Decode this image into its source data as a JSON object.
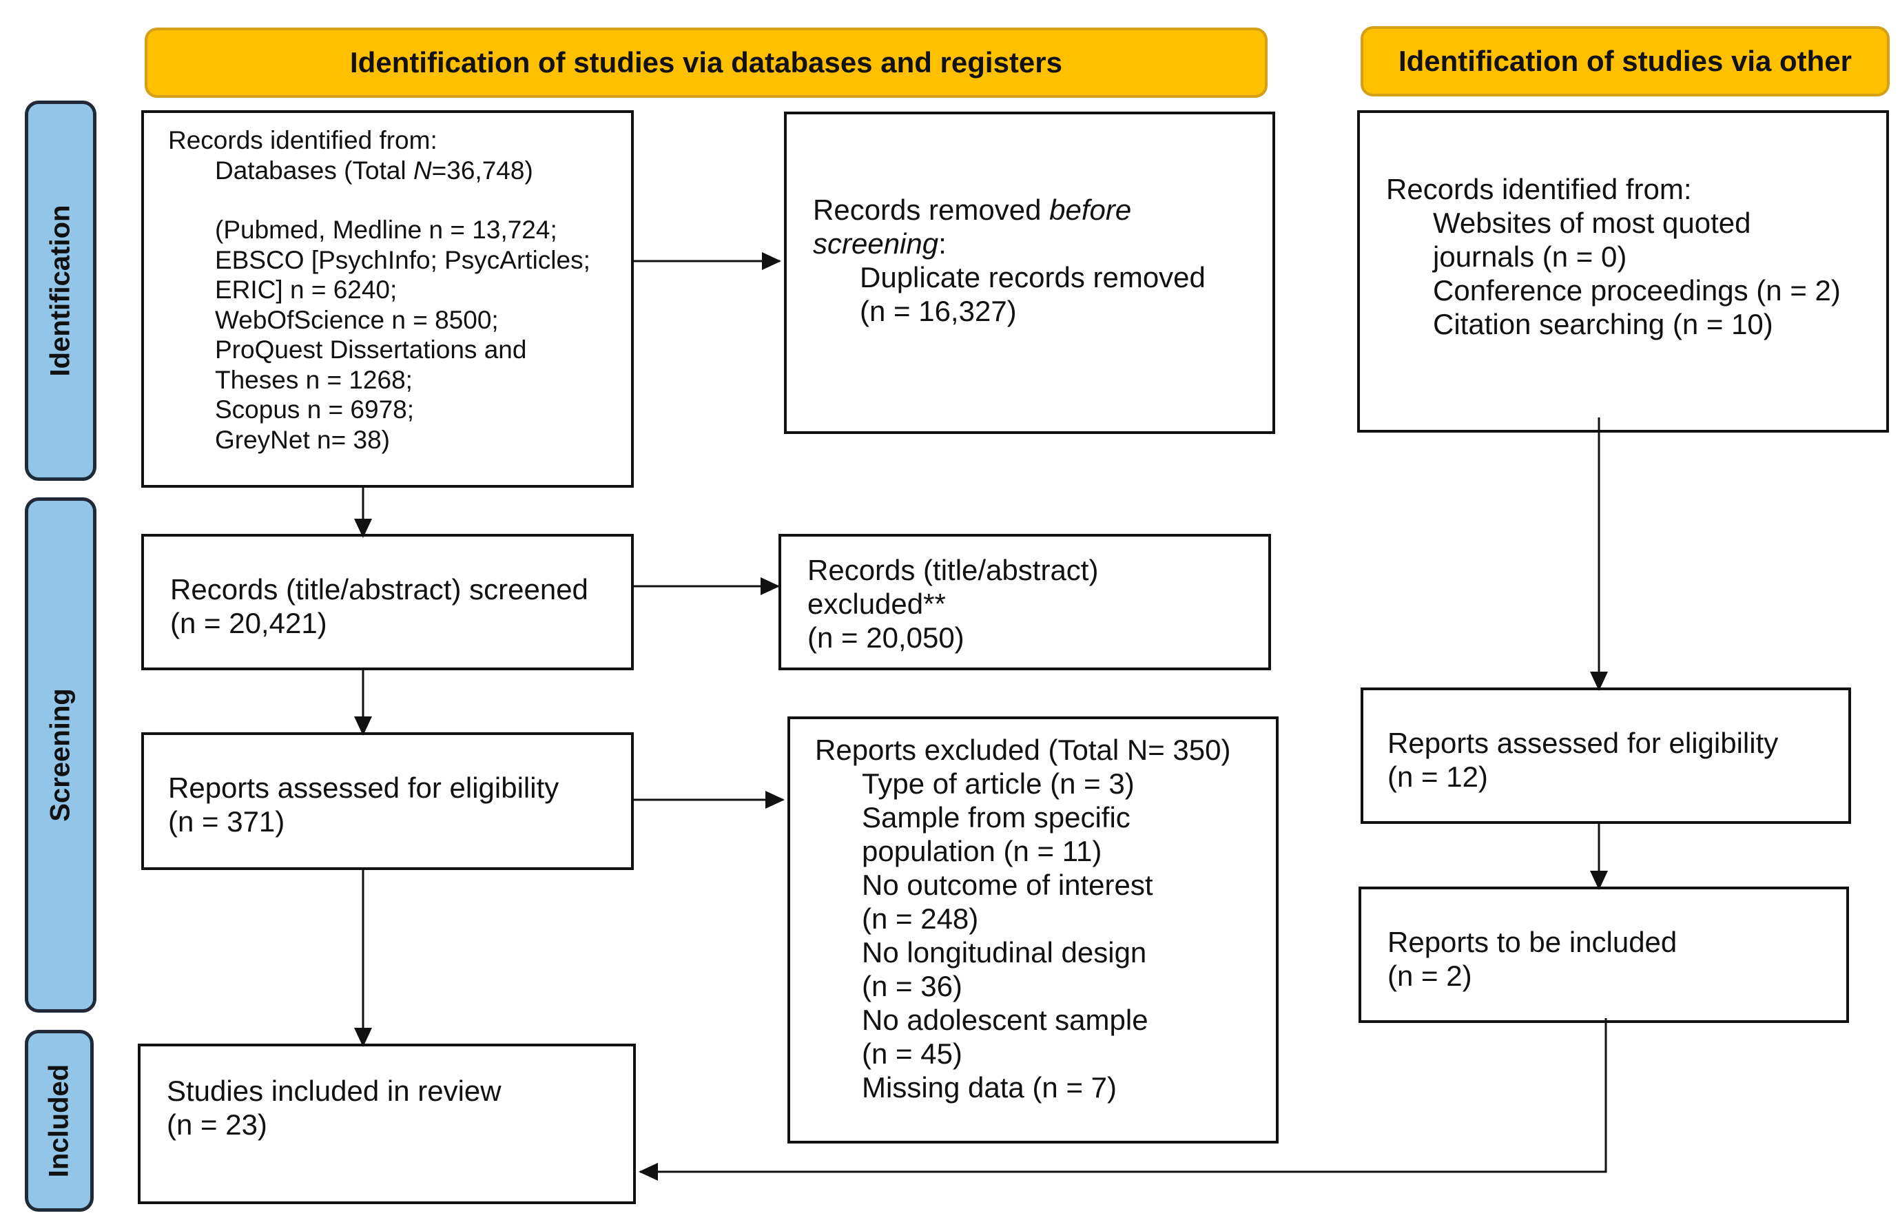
{
  "headers": {
    "databases": "Identification of studies via databases and registers",
    "other": "Identification of studies via other"
  },
  "stages": {
    "identification": "Identification",
    "screening": "Screening",
    "included": "Included"
  },
  "records_identified": {
    "title": "Records identified from:",
    "databases_prefix": "Databases (Total ",
    "databases_n": "N",
    "databases_suffix": "=36,748)",
    "lines": [
      "(Pubmed, Medline n = 13,724;",
      "EBSCO [PsychInfo; PsycArticles;",
      "ERIC] n = 6240;",
      "WebOfScience n = 8500;",
      "ProQuest Dissertations and",
      "Theses n = 1268;",
      "Scopus n = 6978;",
      "GreyNet n= 38)"
    ]
  },
  "records_removed": {
    "prefix": "Records removed ",
    "italic_1": "before",
    "italic_2": "screening",
    "colon": ":",
    "line1": "Duplicate records removed",
    "line2": "(n = 16,327)"
  },
  "other_identified": {
    "title": "Records identified from:",
    "lines": [
      "Websites of most quoted",
      "journals (n = 0)",
      "Conference proceedings (n = 2)",
      "Citation searching (n = 10)"
    ]
  },
  "screened": {
    "line1": "Records (title/abstract) screened",
    "line2": "(n = 20,421)"
  },
  "excluded_screen": {
    "line1": "Records (title/abstract)",
    "line2": "excluded**",
    "line3": "(n = 20,050)"
  },
  "assessed": {
    "line1": "Reports assessed for eligibility",
    "line2": "(n = 371)"
  },
  "reports_excluded": {
    "title": "Reports excluded (Total N= 350)",
    "lines": [
      "Type of article (n = 3)",
      "Sample from specific",
      "population (n = 11)",
      "No outcome of interest",
      "(n = 248)",
      "No longitudinal design",
      "(n = 36)",
      "No adolescent sample",
      "(n = 45)",
      "Missing data (n = 7)"
    ]
  },
  "other_assessed": {
    "line1": "Reports assessed for eligibility",
    "line2": "(n = 12)"
  },
  "other_included": {
    "line1": "Reports to be included",
    "line2": "(n = 2)"
  },
  "included": {
    "line1": "Studies included in review",
    "line2": "(n = 23)"
  },
  "colors": {
    "header_fill": "#FFC000",
    "stage_fill": "#92C5E8",
    "line": "#111111"
  }
}
